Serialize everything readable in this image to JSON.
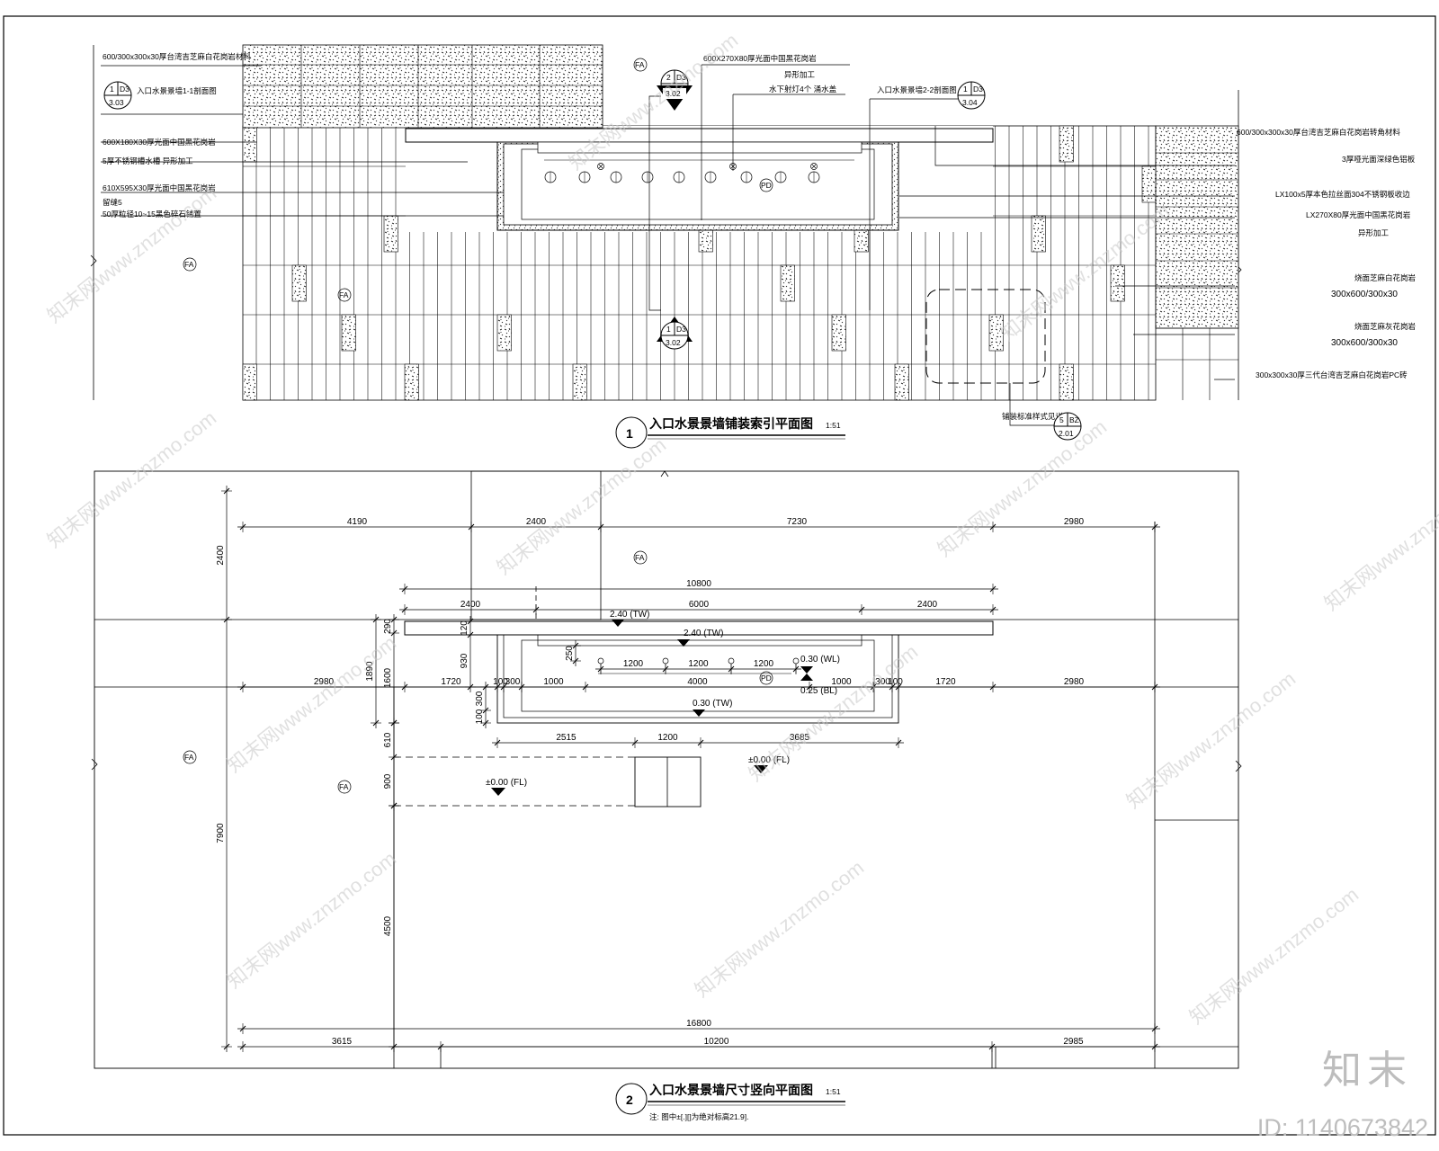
{
  "drawing1": {
    "title_no": "1",
    "title": "入口水景景墙铺装索引平面图",
    "scale": "1:51",
    "left_notes": [
      "600/300x300x30厚台湾吉芝麻白花岗岩材料",
      "入口水景景墙1-1剖面图",
      "600X180X30厚光面中国黑花岗岩",
      "5厚不锈钢槽水槽 异形加工",
      "610X595X30厚光面中国黑花岗岩",
      "留缝5",
      "50厚粒径10~15黑色碎石铺置"
    ],
    "top_notes": [
      "600X270X80厚光面中国黑花岗岩",
      "异形加工",
      "水下射灯4个  涌水盖",
      "入口水景景墙2-2剖面图"
    ],
    "right_notes": [
      "600/300x300x30厚台湾吉芝麻白花岗岩转角材料",
      "3厚哑光面深绿色铝板",
      "LX100x5厚本色拉丝面304不锈钢板收边",
      "LX270X80厚光面中国黑花岗岩",
      "异形加工",
      "烧面芝麻白花岗岩",
      "300x600/300x30",
      "烧面芝麻灰花岗岩",
      "300x600/300x30",
      "300x300x30厚三代台湾吉芝麻白花岗岩PC砖"
    ],
    "bottom_note": "铺装标准样式见详",
    "symbols": {
      "s1_top": "1",
      "s1_ref": "D3",
      "s1_bot": "3.03",
      "s2_top": "2",
      "s2_ref": "D3",
      "s2_bot": "3.02",
      "s3_top": "1",
      "s3_ref": "D3",
      "s3_bot": "3.04",
      "s4_top": "1",
      "s4_ref": "D3",
      "s4_bot": "3.02",
      "s5_top": "5",
      "s5_ref": "BZ",
      "s5_bot": "2.01"
    },
    "tag": "FA",
    "tag2": "PD"
  },
  "drawing2": {
    "title_no": "2",
    "title": "入口水景景墙尺寸竖向平面图",
    "scale": "1:51",
    "note": "注: 图中±[.][]为绝对标高21.9].",
    "dims_top": [
      "4190",
      "2400",
      "7230",
      "2980"
    ],
    "dims_wall_total": "10800",
    "dims_wall": [
      "2400",
      "6000",
      "2400"
    ],
    "dims_mid": [
      "2980",
      "1720",
      "100",
      "300",
      "1000",
      "4000",
      "1000",
      "300",
      "100",
      "1720",
      "2980"
    ],
    "jets": [
      "1200",
      "1200",
      "1200"
    ],
    "dims_pool": [
      "2515",
      "1200",
      "3685"
    ],
    "dims_bottom_total": "16800",
    "dims_bottom": [
      "3615",
      "10200",
      "2985"
    ],
    "dims_left": [
      "2400",
      "7900"
    ],
    "dims_left2": [
      "1890",
      "1600",
      "290",
      "610",
      "900",
      "4500"
    ],
    "dims_small": [
      "930",
      "100",
      "120",
      "250",
      "300",
      "100",
      "300",
      "300",
      "300"
    ],
    "levels": [
      "2.40 (TW)",
      "2.40 (TW)",
      "0.30 (WL)",
      "0.25 (BL)",
      "0.30 (TW)",
      "±0.00 (FL)",
      "±0.00 (FL)"
    ]
  },
  "watermark": "知末网www.znzmo.com",
  "brand": "知末",
  "id_label": "ID: 1140673842"
}
